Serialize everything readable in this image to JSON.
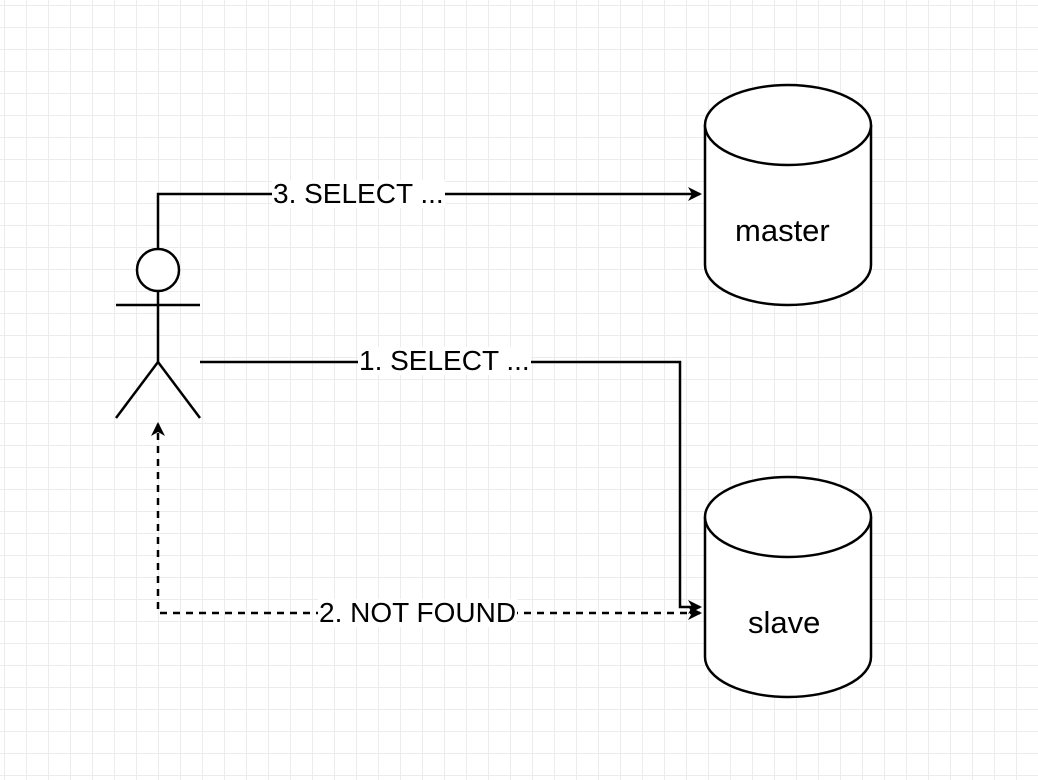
{
  "nodes": {
    "user": {
      "kind": "actor"
    },
    "master": {
      "kind": "database",
      "label": "master"
    },
    "slave": {
      "kind": "database",
      "label": "slave"
    }
  },
  "edges": [
    {
      "id": "e1",
      "from": "user",
      "to": "slave",
      "label": "1. SELECT ...",
      "style": "solid"
    },
    {
      "id": "e2",
      "from": "slave",
      "to": "user",
      "label": "2. NOT FOUND",
      "style": "dashed"
    },
    {
      "id": "e3",
      "from": "user",
      "to": "master",
      "label": "3. SELECT ...",
      "style": "solid"
    }
  ],
  "colors": {
    "stroke": "#000000",
    "background": "#ffffff",
    "grid": "#ececec"
  }
}
